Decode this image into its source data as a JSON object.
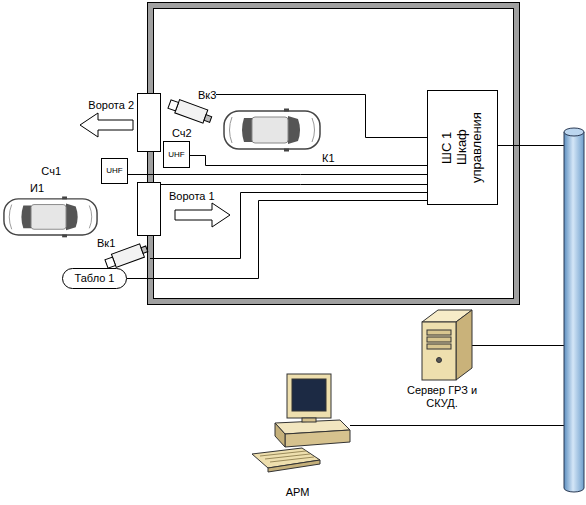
{
  "diagram": {
    "nodes": [
      {
        "text": [
          "ШС 1",
          "Шкаф управления"
        ]
      },
      {
        "text": [
          "Ворота 2"
        ]
      },
      {
        "text": [
          "Вк3"
        ]
      },
      {
        "text": [
          "Сч2",
          "UHF"
        ]
      },
      {
        "text": [
          "Сч1",
          "UHF"
        ]
      },
      {
        "text": [
          "Ворота 1"
        ]
      },
      {
        "text": [
          "Вк1"
        ]
      },
      {
        "text": [
          "Табло 1"
        ]
      },
      {
        "text": [
          "Сервер ГРЗ и СКУД."
        ]
      },
      {
        "text": [
          "АРМ"
        ]
      }
    ],
    "edges": [
      {
        "from": 2,
        "to": 0,
        "arrow": "none"
      },
      {
        "from": 3,
        "to": 0,
        "arrow": "none"
      },
      {
        "from": 4,
        "to": 0,
        "arrow": "none"
      },
      {
        "from": 5,
        "to": 0,
        "arrow": "none"
      },
      {
        "from": 6,
        "to": 0,
        "arrow": "none"
      },
      {
        "from": 7,
        "to": 0,
        "arrow": "none"
      }
    ],
    "labels": [
      "К1",
      "И1"
    ]
  }
}
